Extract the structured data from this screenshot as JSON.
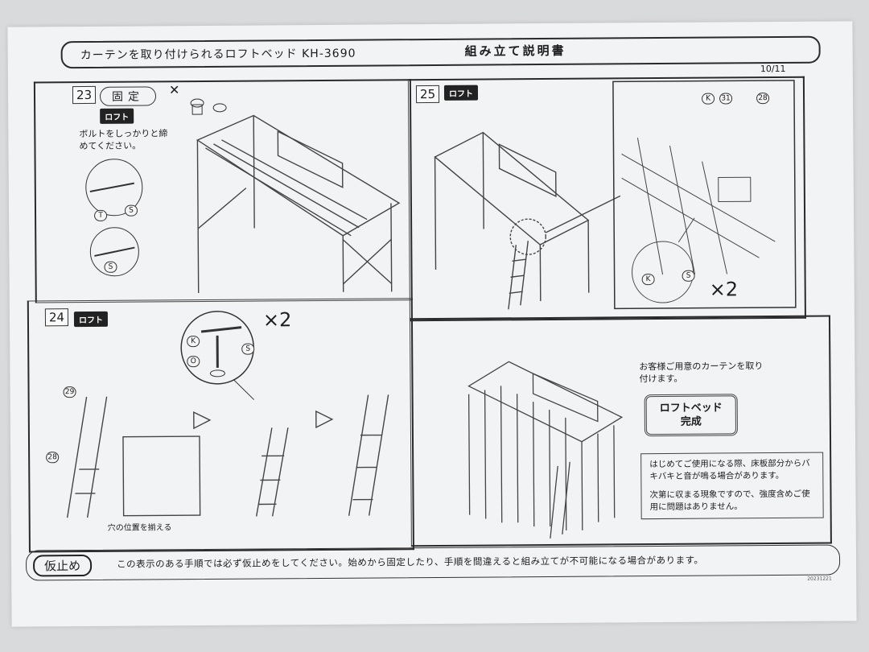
{
  "header": {
    "title": "カーテンを取り付けられるロフトベッド KH-3690",
    "doc": "組み立て説明書",
    "page": "10/11"
  },
  "step23": {
    "number": "23",
    "mode": "固定",
    "tag": "ロフト",
    "note": "ボルトをしっかりと締めてください。",
    "cross": "✕",
    "labels": [
      "T",
      "S",
      "S"
    ]
  },
  "step24": {
    "number": "24",
    "tag": "ロフト",
    "multiplier": "×2",
    "labels": [
      "K",
      "O",
      "S",
      "29",
      "28"
    ],
    "caption": "穴の位置を揃える"
  },
  "step25": {
    "number": "25",
    "tag": "ロフト",
    "multiplier": "×2",
    "labels": [
      "K",
      "31",
      "28",
      "K",
      "S"
    ]
  },
  "final": {
    "note": "お客様ご用意のカーテンを取り付けます。",
    "done_line1": "ロフトベッド",
    "done_line2": "完成",
    "warning_1": "はじめてご使用になる際、床板部分からバキバキと音が鳴る場合があります。",
    "warning_2": "次第に収まる現象ですので、強度含めご使用に問題はありません。"
  },
  "footer": {
    "label": "仮止め",
    "text": "この表示のある手順では必ず仮止めをしてください。始めから固定したり、手順を間違えると組み立てが不可能になる場合があります。",
    "code": "20231221"
  }
}
